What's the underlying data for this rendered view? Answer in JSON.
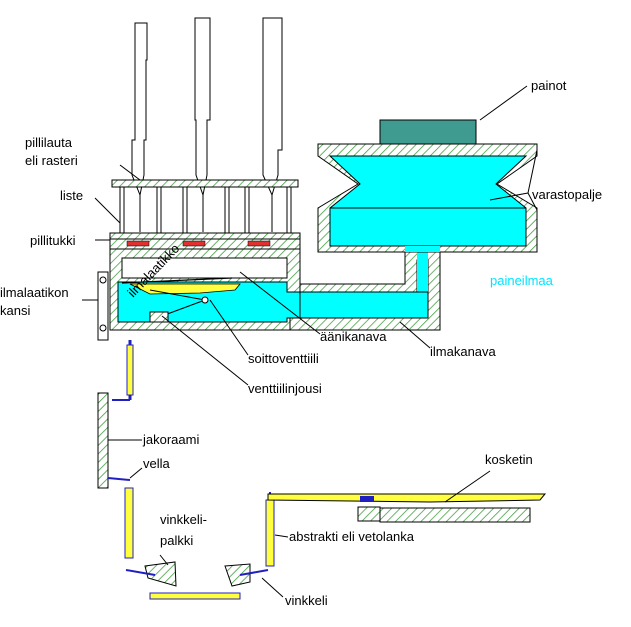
{
  "labels": {
    "painot": "painot",
    "pillilauta_1": "pillilauta",
    "pillilauta_2": "eli rasteri",
    "liste": "liste",
    "varastopalje": "varastopalje",
    "pillitukki": "pillitukki",
    "ilmalaatikko": "ilmalaatikko",
    "ilmalaatikon_1": "ilmalaatikon",
    "ilmalaatikon_2": "kansi",
    "paineilmaa": "paineilmaa",
    "aanikanava": "äänikanava",
    "ilmakanava": "ilmakanava",
    "soittoventtiili": "soittoventtiili",
    "venttiilinjousi": "venttiilinjousi",
    "jakoraami": "jakoraami",
    "vella": "vella",
    "kosketin": "kosketin",
    "vinkkelipalkki_1": "vinkkeli-",
    "vinkkelipalkki_2": "palkki",
    "abstrakti": "abstrakti eli vetolanka",
    "vinkkeli": "vinkkeli"
  },
  "colors": {
    "air": "#00ffff",
    "wood_hatch": "#7fc27f",
    "weight": "#3f9a8f",
    "lever": "#ffff40",
    "tracker": "#2020c0",
    "paineilmaa_text": "#00e5ff",
    "valve_red": "#e03030"
  }
}
